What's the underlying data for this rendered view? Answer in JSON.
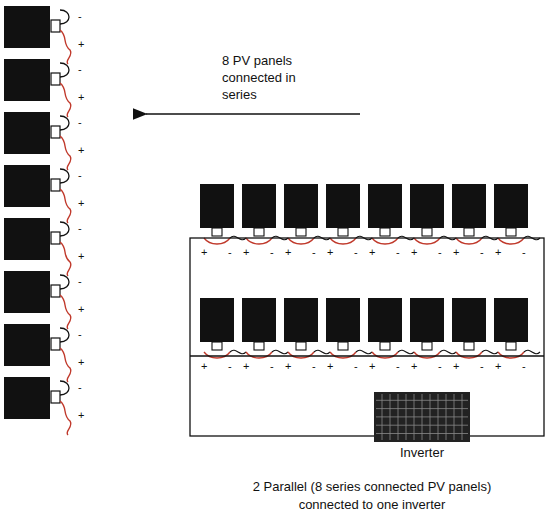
{
  "diagram": {
    "caption": "2 Parallel (8 series connected PV panels) connected to one inverter",
    "nodes": [
      {
        "text": [
          "Inverter"
        ]
      }
    ],
    "labels": [
      "8 PV panels connected in series",
      "-",
      "+",
      "-",
      "+",
      "-",
      "+",
      "-",
      "+",
      "-",
      "+",
      "-",
      "+",
      "-",
      "+",
      "-",
      "+",
      "+",
      "-",
      "+",
      "-",
      "+",
      "-",
      "+",
      "-",
      "+",
      "-",
      "+",
      "-",
      "+",
      "-",
      "+",
      "-",
      "+",
      "-",
      "+",
      "-",
      "+",
      "-",
      "+",
      "-",
      "+",
      "-",
      "+",
      "-",
      "+",
      "-",
      "+",
      "-"
    ]
  }
}
